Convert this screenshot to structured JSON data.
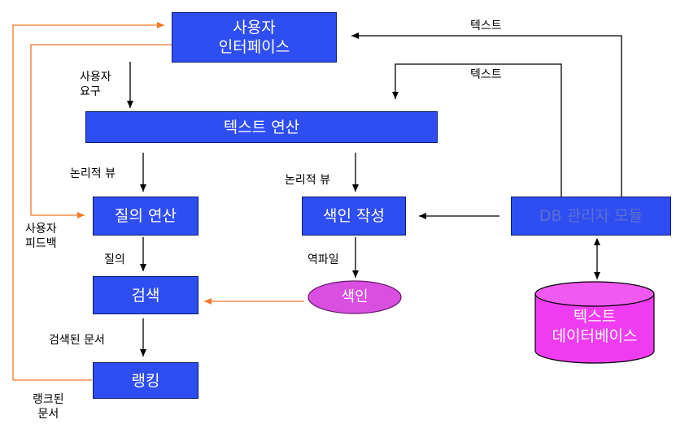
{
  "colors": {
    "box_fill": "#2f4ef2",
    "box_border": "#0a1a6a",
    "oval_fill": "#d94fe0",
    "cylinder_fill": "#f03cf0",
    "feedback_arrow": "#f07a2a",
    "arrow": "#000000",
    "db_module_text": "#5b6fd0"
  },
  "nodes": {
    "user_interface": {
      "line1": "사용자",
      "line2": "인터페이스"
    },
    "text_operation": {
      "label": "텍스트 연산"
    },
    "query_operation": {
      "label": "질의 연산"
    },
    "indexing": {
      "label": "색인 작성"
    },
    "db_manager": {
      "label": "DB 관리자 모듈"
    },
    "search": {
      "label": "검색"
    },
    "index": {
      "label": "색인"
    },
    "ranking": {
      "label": "랭킹"
    },
    "text_database": {
      "line1": "텍스트",
      "line2": "데이터베이스"
    }
  },
  "edge_labels": {
    "text_top": "텍스트",
    "text_second": "텍스트",
    "user_request": {
      "line1": "사용자",
      "line2": "요구"
    },
    "logical_view_left": "논리적 뷰",
    "logical_view_right": "논리적 뷰",
    "user_feedback": {
      "line1": "사용자",
      "line2": "피드백"
    },
    "query": "질의",
    "inverted_file": "역파일",
    "retrieved_docs": "검색된 문서",
    "ranked_docs": {
      "line1": "랭크된",
      "line2": "문서"
    }
  }
}
